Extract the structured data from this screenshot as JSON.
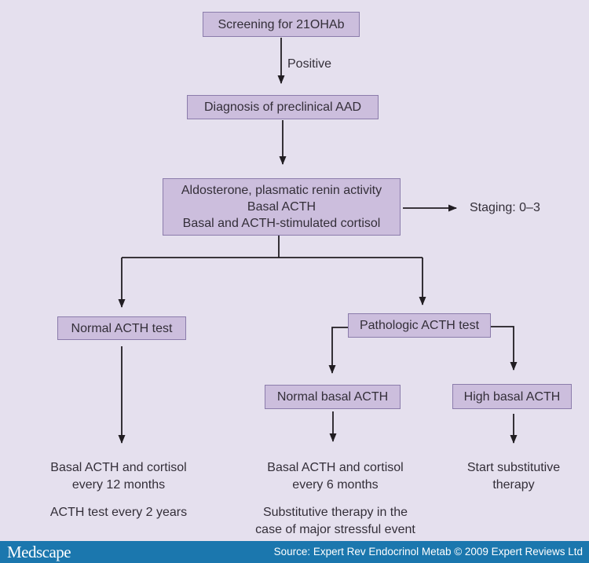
{
  "colors": {
    "background": "#e5e0ee",
    "node_fill": "#ccbedd",
    "node_border": "#8b7cab",
    "line": "#211d22",
    "text": "#332e38",
    "footer_bg": "#1b77ae",
    "footer_text": "#ffffff"
  },
  "flowchart": {
    "nodes": {
      "screening": {
        "label": "Screening for 21OHAb"
      },
      "diagnosis": {
        "label": "Diagnosis of preclinical AAD"
      },
      "labs": {
        "lines": [
          "Aldosterone, plasmatic renin activity",
          "Basal ACTH",
          "Basal and ACTH-stimulated cortisol"
        ]
      },
      "normal_acth_test": {
        "label": "Normal ACTH test"
      },
      "pathologic_acth_test": {
        "label": "Pathologic ACTH test"
      },
      "normal_basal_acth": {
        "label": "Normal basal ACTH"
      },
      "high_basal_acth": {
        "label": "High basal ACTH"
      }
    },
    "edge_labels": {
      "positive": "Positive",
      "staging": "Staging: 0–3"
    },
    "outcomes": {
      "left": {
        "p1": [
          "Basal ACTH and cortisol",
          "every 12 months"
        ],
        "p2": [
          "ACTH test every 2 years"
        ]
      },
      "middle": {
        "p1": [
          "Basal ACTH and cortisol",
          "every 6 months"
        ],
        "p2": [
          "Substitutive therapy in the",
          "case of major stressful event"
        ]
      },
      "right": {
        "p1": [
          "Start substitutive",
          "therapy"
        ]
      }
    }
  },
  "footer": {
    "brand": "Medscape",
    "source": "Source: Expert Rev Endocrinol Metab © 2009 Expert Reviews Ltd"
  }
}
